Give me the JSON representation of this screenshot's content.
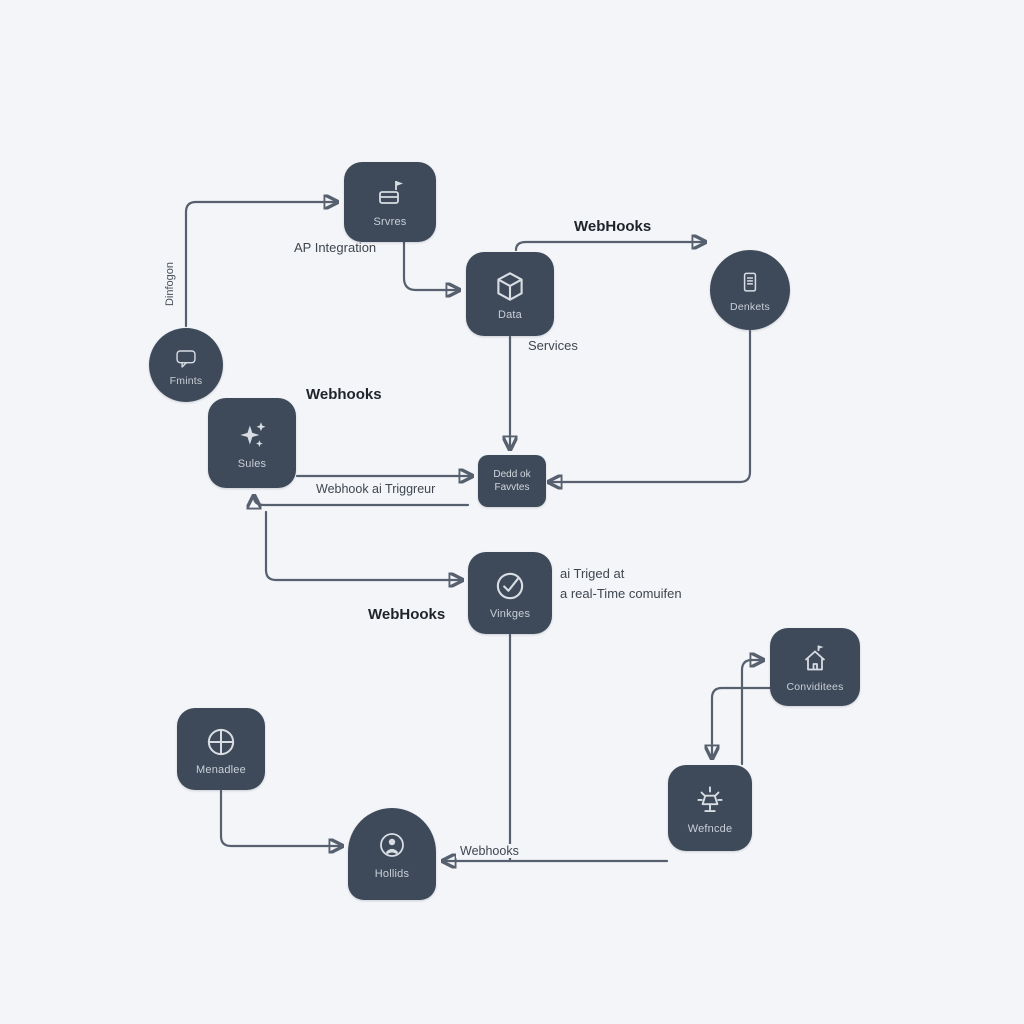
{
  "colors": {
    "background": "#f3f5f8",
    "node_fill": "#3e4a5a",
    "edge": "#57606f",
    "annotation_dark": "#1f242b",
    "annotation_mid": "#3f464f",
    "node_label": "#c9cfd7"
  },
  "nodes": {
    "services": {
      "label": "Srvres"
    },
    "data": {
      "label": "Data"
    },
    "documents": {
      "label": "Denkets"
    },
    "chat": {
      "label": "Fmints"
    },
    "sales": {
      "label": "Sules"
    },
    "queue": {
      "line1": "Dedd ok",
      "line2": "Favvtes"
    },
    "checkpoint": {
      "label": "Vinkges"
    },
    "modules": {
      "label": "Menadlee"
    },
    "holders": {
      "label": "Hollids"
    },
    "beacon": {
      "label": "Wefncde"
    },
    "communities": {
      "label": "Conviditees"
    }
  },
  "annotations": {
    "api_integration": "AP Integration",
    "webhooks_top": "WebHooks",
    "services_caption": "Services",
    "webhooks_mid": "Webhooks",
    "webhook_trigger": "Webhook ai Triggreur",
    "realtime_line1": "ai Triged at",
    "realtime_line2": "a real-Time comuifen",
    "webhooks_lower": "WebHooks",
    "webhooks_bottom": "Webhooks",
    "side_label": "Dinfogon"
  }
}
